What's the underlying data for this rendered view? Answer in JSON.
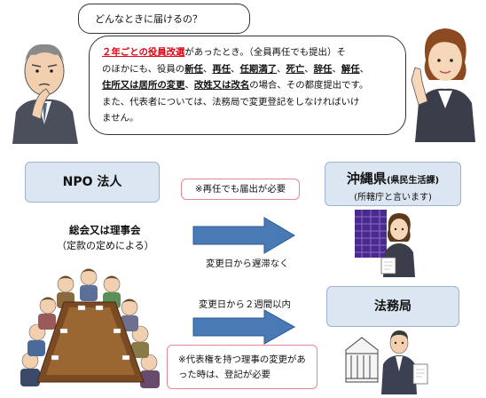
{
  "question": "どんなときに届けるの？",
  "answer": {
    "line1_red": "２年ごとの役員改選",
    "line1_rest": "があったとき。（全員再任でも提出）そ",
    "line2_a": "のほかにも、役員の",
    "line2_shinnin": "新任",
    "line2_sep1": "、",
    "line2_sainin": "再任",
    "line2_sep2": "、",
    "line2_kimanryo": "任期満了",
    "line2_sep3": "、",
    "line2_shibou": "死亡",
    "line2_sep4": "、",
    "line2_jinin": "辞任",
    "line2_sep5": "、",
    "line2_kainin": "解任",
    "line2_sep6": "、",
    "line3_jusho": "住所又は居所の変更",
    "line3_sep": "、",
    "line3_kaisei": "改姓又は改名",
    "line3_rest": "の場合、その都度提出です。",
    "line4": "また、代表者については、法務局で変更登記をしなければいけ",
    "line5": "ません。"
  },
  "npo": {
    "label": "NPO 法人"
  },
  "okinawa": {
    "big": "沖縄県",
    "small": "(県民生活課)",
    "sub": "(所轄庁と言います)"
  },
  "houmu": {
    "label": "法務局"
  },
  "note1": "※再任でも届出が必要",
  "note2_line1": "※代表権を持つ理事の変更があ",
  "note2_line2": "った時は、登記が必要",
  "meeting": "総会又は理事会",
  "teikan": "（定款の定めによる）",
  "arrow1_caption": "変更日から遅滞なく",
  "arrow2_caption": "変更日から２週間以内",
  "colors": {
    "arrow": "#4a7ab5",
    "box_fill": "#dce6f2",
    "note_border": "#e5898f",
    "accent_red": "#e60012"
  }
}
